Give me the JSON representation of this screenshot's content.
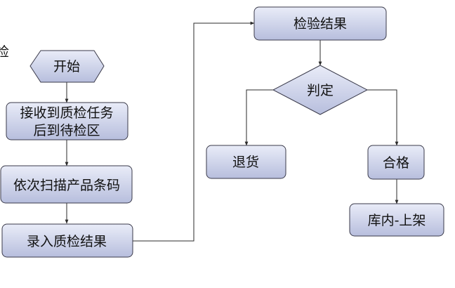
{
  "diagram": {
    "edge_label_cut": "检",
    "nodes": {
      "start": "开始",
      "receive_line1": "接收到质检任务",
      "receive_line2": "后到待检区",
      "scan": "依次扫描产品条码",
      "record": "录入质检结果",
      "result": "检验结果",
      "judge": "判定",
      "return_goods": "退货",
      "qualified": "合格",
      "shelve": "库内-上架"
    }
  },
  "colors": {
    "node_fill_top": "#e9ecf8",
    "node_fill_bottom": "#b7bedd",
    "node_stroke": "#3a3a4a",
    "edge": "#2b2b2b"
  }
}
